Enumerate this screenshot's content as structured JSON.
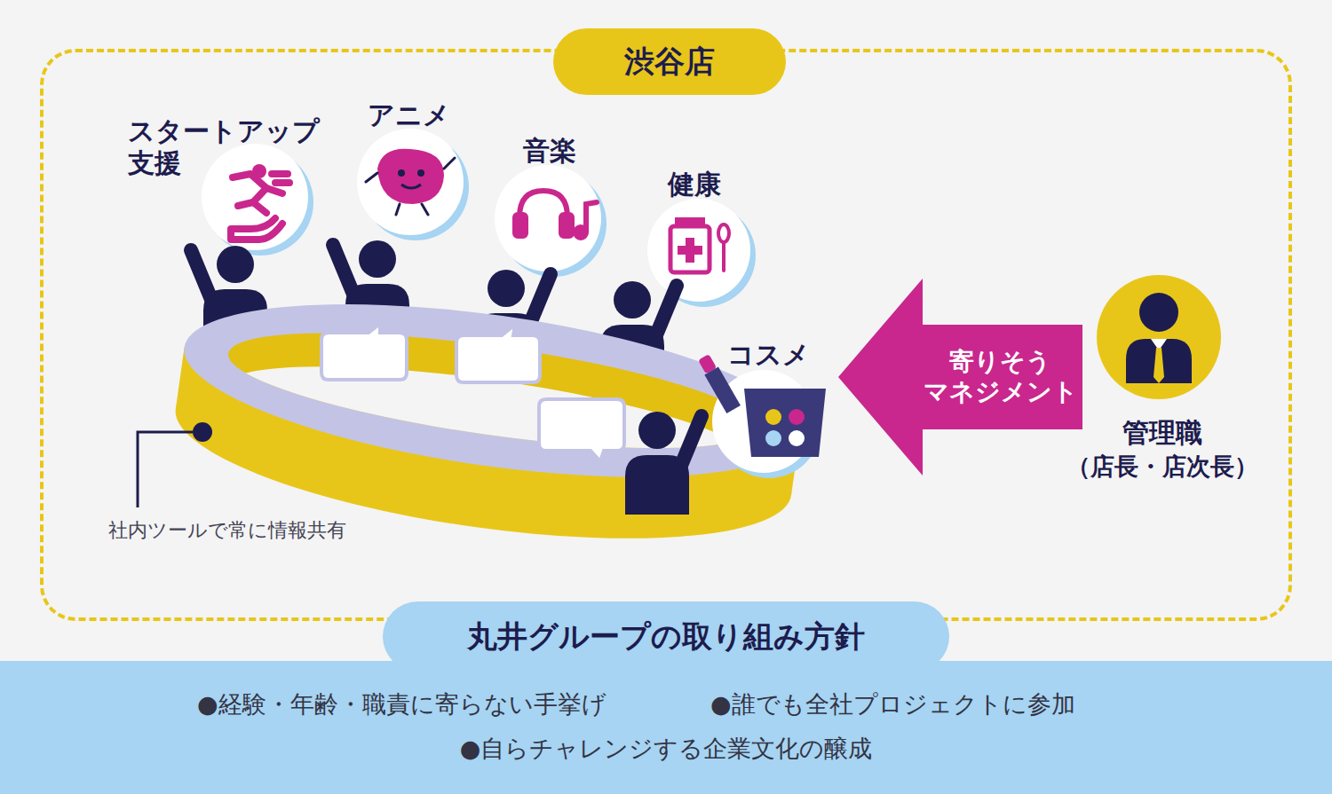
{
  "diagram": {
    "nodes": [
      {
        "text": [
          "渋谷店"
        ]
      },
      {
        "text": [
          "スタートアップ 支援"
        ],
        "in": 0
      },
      {
        "text": [
          "アニメ"
        ],
        "in": 0
      },
      {
        "text": [
          "音楽"
        ],
        "in": 0
      },
      {
        "text": [
          "健康"
        ],
        "in": 0
      },
      {
        "text": [
          "コスメ"
        ],
        "in": 0
      },
      {
        "text": [
          "寄りそう マネジメント"
        ],
        "in": 0
      },
      {
        "text": [
          "管理職",
          "（店長・店次長）"
        ],
        "in": 0
      },
      {
        "text": [
          "丸井グループの取り組み方針",
          "●経験・年齢・職責に寄らない手挙げ",
          "●誰でも全社プロジェクトに参加",
          "●自らチャレンジする企業文化の醸成"
        ]
      }
    ],
    "labels": [
      "社内ツールで常に情報共有"
    ]
  }
}
